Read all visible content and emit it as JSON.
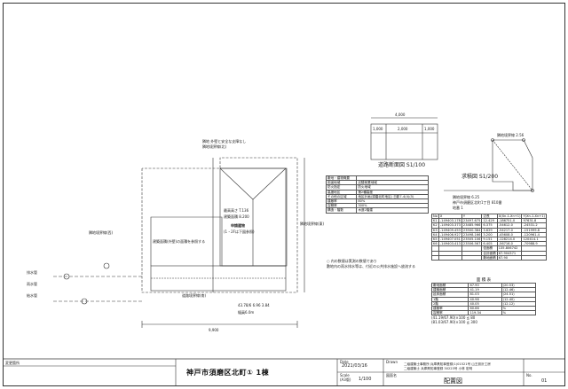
{
  "site_plan": {
    "width_dim": "9,900",
    "building_labels": [
      "最高高さ T.136",
      "建築面積 8.200",
      "申請建物",
      "(1・2Fは下図参照)"
    ],
    "regulation_note": "建築面積(外壁)の面積を参照する",
    "side_labels": [
      "隣地境界線(北)",
      "道路境界線(南)",
      "隣地境界線(東)",
      "隣地境界線(西)"
    ],
    "setback_note": "隣地 外壁と安全な支障なし",
    "legend_left": [
      "排水管",
      "雨水管",
      "給水管"
    ]
  },
  "road_section": {
    "title": "道路断面図 S1/100",
    "dim_top": "4,000",
    "dims": [
      "1,000",
      "2,000",
      "1,000"
    ]
  },
  "area_calc": {
    "title": "求積図 S1/200",
    "labels": [
      "隣地境界線 6.25",
      "神戸市須磨区北町1丁目 810番",
      "地番 1",
      "隣地境界線 2.56"
    ]
  },
  "info_table": {
    "rows": [
      [
        "敷地・建物概要",
        ""
      ],
      [
        "用途地域",
        "近隣商業地域"
      ],
      [
        "防火指定",
        "防火地域"
      ],
      [
        "高度地区",
        "第2種高度"
      ],
      [
        "その他の区域",
        "地区計画(須磨北町地区) 日影7-4(4)(5)"
      ],
      [
        "建蔽率",
        "80%"
      ],
      [
        "容積率",
        "300%"
      ],
      [
        "構造・階数",
        "木造2階建"
      ]
    ]
  },
  "coord_table": {
    "headers": [
      "No",
      "X",
      "Y",
      "辺長",
      "X(Xn-1-Xn+1)",
      "Y(Xn-1-Xn+1)"
    ],
    "rows": [
      [
        "K1",
        "-149403.178",
        "23497.675",
        "12.429",
        "-186751.0",
        "97631.8"
      ],
      [
        "K2",
        "-149403.373",
        "23485.966",
        "6.375",
        "-54612.0",
        "-24531.2"
      ],
      [
        "K3",
        "-149409.453",
        "23500.384",
        "3.629",
        "-54217.0",
        "-151999.8"
      ],
      [
        "K4",
        "-149406.927",
        "23498.166",
        "3.200",
        "-45608.0",
        "-120961.4"
      ],
      [
        "K5",
        "-149407.051",
        "23505.106",
        "9.151",
        "-128214.0",
        "120414.1"
      ],
      [
        "K6",
        "-149403.413",
        "23506.567",
        "6.405",
        "-56716.0",
        "-70988.9"
      ]
    ],
    "total_label": "倍面積",
    "total_value": "135.806742",
    "area_label": "合計面積",
    "area_value": "67.904371",
    "sum_label": "敷地面積",
    "sum_value": "67.90"
  },
  "notes": {
    "line1": "○ 内の数値は実測の数値であり",
    "line2": "敷地内の雨水排水等は、付近の公共排水施設へ放流する"
  },
  "area_table": {
    "title": "面 積 表",
    "rows": [
      [
        "敷地面積",
        "67.90",
        "(20.53)"
      ],
      [
        "建築面積",
        "41.19",
        "(12.46)"
      ],
      [
        "延床面積",
        "81.03",
        "(24.51)"
      ],
      [
        "1階",
        "40.98",
        "(12.40)"
      ],
      [
        "2階",
        "40.05",
        "(12.12)"
      ],
      [
        "建蔽率",
        "60.66",
        "%"
      ],
      [
        "容積率",
        "119.34",
        "%"
      ]
    ],
    "footer1": "(41.19/67.90)×100 ≦ 80",
    "footer2": "(81.03/67.90)×100 ≦ 300"
  },
  "title_block": {
    "revision_label": "変更箇所",
    "project_name": "神戸市須磨区北町① 1棟",
    "date_label": "Date",
    "date_value": "2021/03/16",
    "scale_label": "Scale",
    "scale_sheet": "(A3版)",
    "scale_value": "1/100",
    "drawn_label": "Drawn",
    "company": "二級建築士事務所 兵庫県知事登録(1)01521号 山王設計工房",
    "company2": "二級建築士 兵庫県知事登録 30223号 小林 宏明",
    "drawing_name_label": "図面名",
    "drawing_name": "配置図",
    "no_label": "No.",
    "no_value": "01"
  },
  "small_notes": {
    "dims": "43.78/6 6.96 3.84",
    "road_width": "幅員6.0m",
    "dim_bottom": "9,900"
  }
}
